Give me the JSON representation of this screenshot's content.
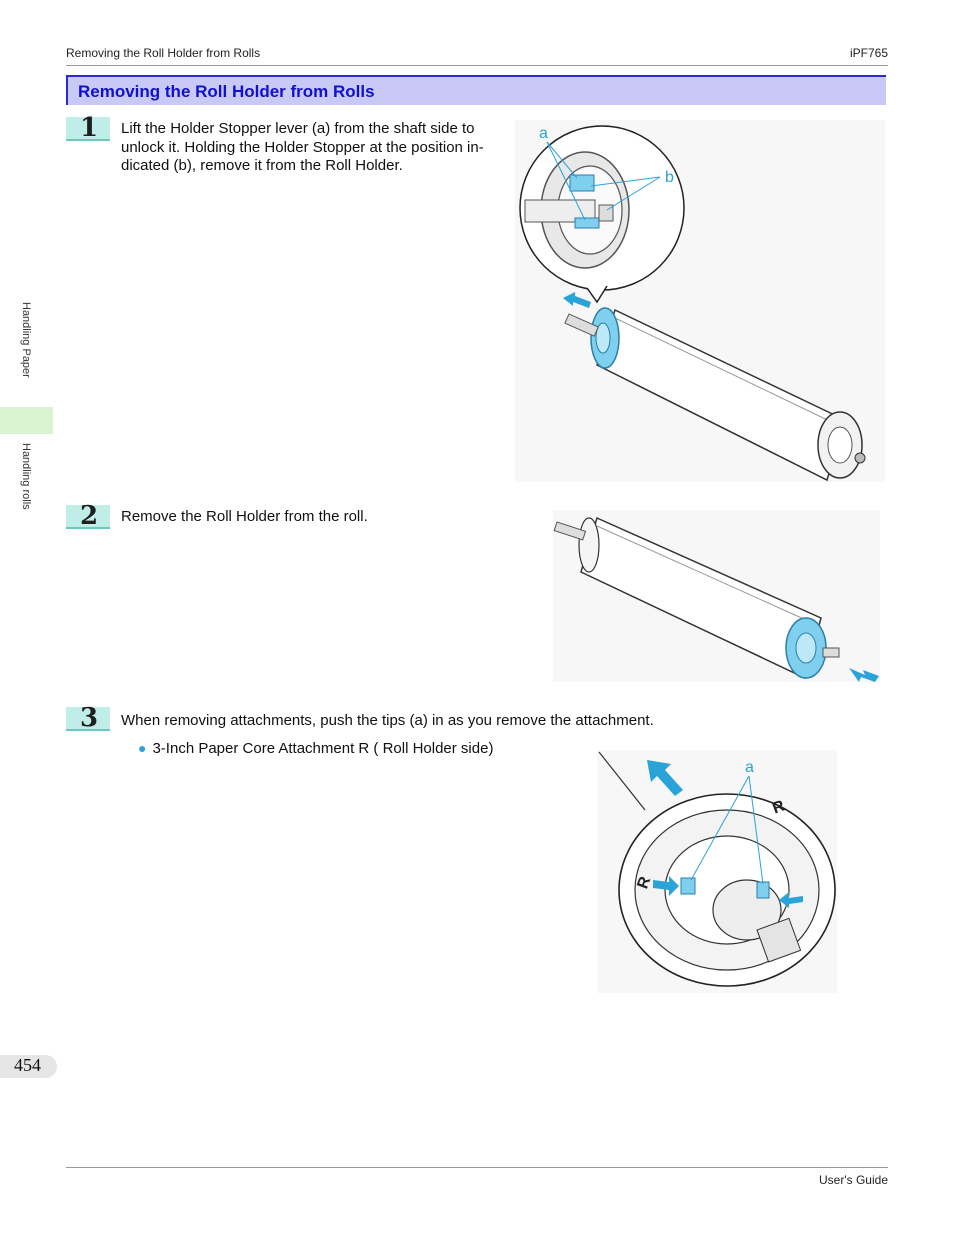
{
  "header": {
    "left_text": "Removing the Roll Holder from Rolls",
    "right_text": "iPF765"
  },
  "section": {
    "title": "Removing the Roll Holder from Rolls"
  },
  "steps": [
    {
      "number": "1",
      "lines": [
        "Lift the Holder Stopper lever (a) from the shaft side to",
        "unlock it. Holding the Holder Stopper at the position in-",
        "dicated (b), remove it from the Roll Holder."
      ]
    },
    {
      "number": "2",
      "lines": [
        "Remove the Roll Holder from the roll."
      ]
    },
    {
      "number": "3",
      "lines": [
        "When removing attachments, push the tips (a) in as you remove the attachment."
      ],
      "bullet": "3-Inch Paper Core Attachment R ( Roll Holder side)"
    }
  ],
  "illustrations": {
    "step1": {
      "label_a": "a",
      "label_b": "b"
    },
    "step3": {
      "label_a": "a",
      "mark_r": "R"
    }
  },
  "side_tabs": {
    "upper": "Handling Paper",
    "lower": "Handling rolls"
  },
  "page_number": "454",
  "footer": {
    "right_text": "User's Guide"
  },
  "colors": {
    "accent_blue": "#2aa3d8",
    "title_blue": "#1010d0",
    "section_bg": "#c9c9f5",
    "step_badge": "#bfeee8",
    "side_tab_green": "#d9f2cf"
  }
}
